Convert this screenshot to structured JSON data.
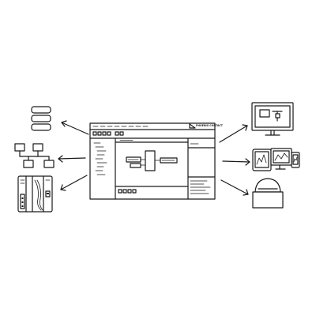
{
  "diagram": {
    "center": {
      "name": "software-interface",
      "brand_logo_text": "PHOENIX CONTACT"
    },
    "targets_left": [
      "database-stack",
      "network-of-computers",
      "control-cabinet-hardware"
    ],
    "targets_right": [
      "desktop-monitor",
      "multi-device-hmi",
      "signal-light-on-box"
    ]
  }
}
